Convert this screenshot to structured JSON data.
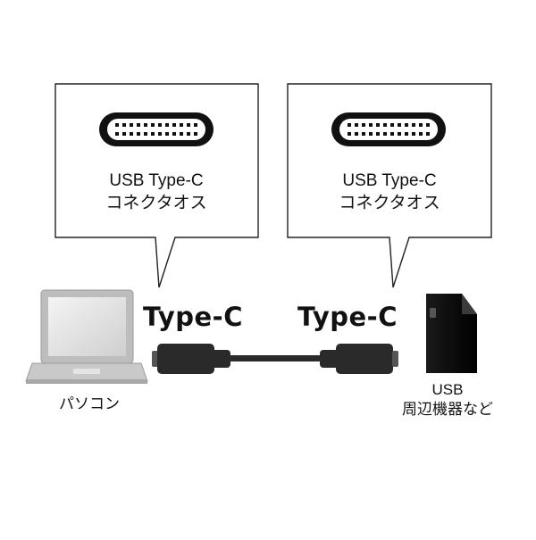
{
  "callouts": [
    {
      "line1": "USB Type-C",
      "line2": "コネクタオス"
    },
    {
      "line1": "USB Type-C",
      "line2": "コネクタオス"
    }
  ],
  "cable": {
    "left_label": "Type-C",
    "right_label": "Type-C"
  },
  "devices": {
    "laptop_label": "パソコン",
    "peripheral_line1": "USB",
    "peripheral_line2": "周辺機器など"
  },
  "colors": {
    "line": "#111111",
    "plug": "#222222",
    "laptop_body": "#d3d3d3",
    "laptop_screen": "#e9e9e9",
    "peripheral": "#111111"
  }
}
